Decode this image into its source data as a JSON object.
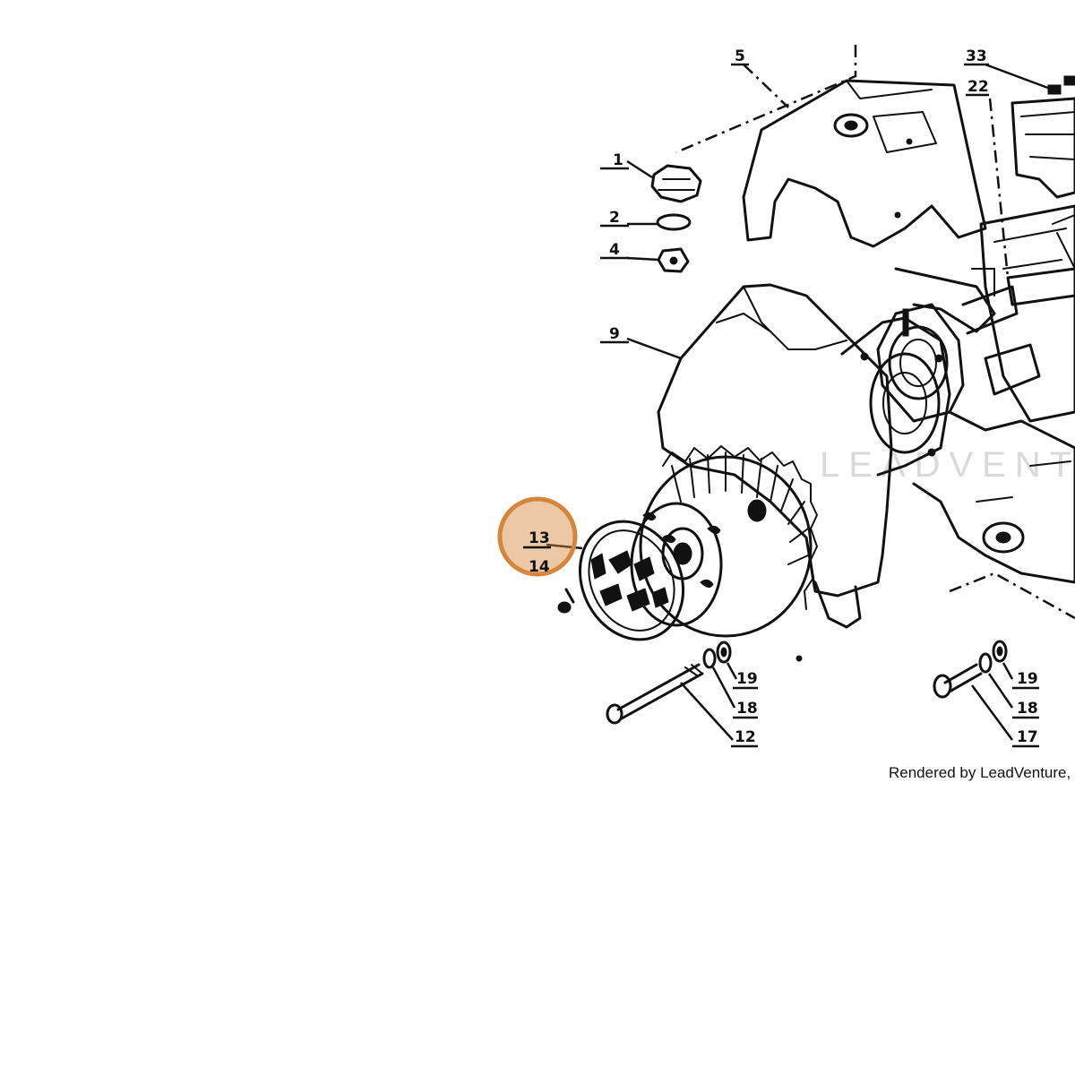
{
  "diagram": {
    "callouts": [
      {
        "id": "c33",
        "label": "33"
      },
      {
        "id": "c5",
        "label": "5"
      },
      {
        "id": "c22",
        "label": "22"
      },
      {
        "id": "c1",
        "label": "1"
      },
      {
        "id": "c2",
        "label": "2"
      },
      {
        "id": "c4",
        "label": "4"
      },
      {
        "id": "c9",
        "label": "9"
      },
      {
        "id": "c13",
        "label": "13"
      },
      {
        "id": "c14",
        "label": "14"
      },
      {
        "id": "c19a",
        "label": "19"
      },
      {
        "id": "c18a",
        "label": "18"
      },
      {
        "id": "c12",
        "label": "12"
      },
      {
        "id": "c19b",
        "label": "19"
      },
      {
        "id": "c18b",
        "label": "18"
      },
      {
        "id": "c17",
        "label": "17"
      }
    ],
    "highlight": {
      "target": "13",
      "color": "#d4863c"
    },
    "watermark": "LEADVENTURE",
    "credit": "Rendered by LeadVenture, Inc."
  }
}
